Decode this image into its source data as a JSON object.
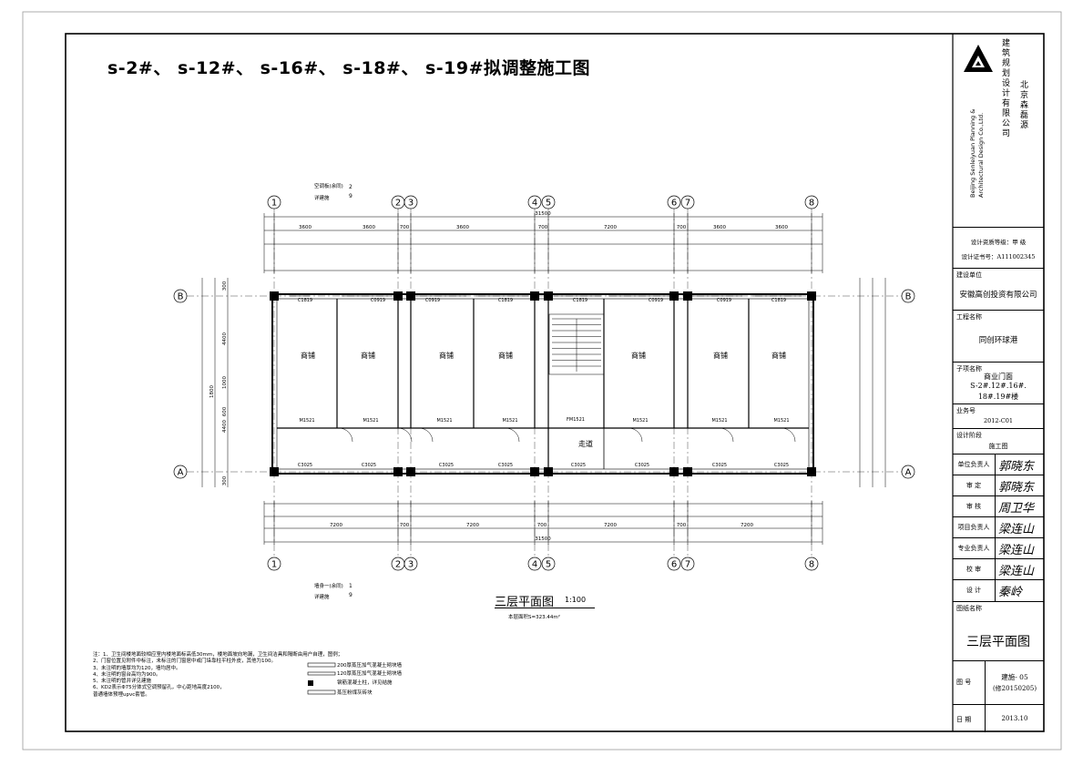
{
  "title": "s-2#、 s-12#、 s-16#、 s-18#、 s-19#拟调整施工图",
  "drawing_title": "三层平面图",
  "drawing_scale": "1:100",
  "floor_area": "本层面积S=323.44m²",
  "grid_labels": [
    "1",
    "2",
    "3",
    "4",
    "5",
    "6",
    "7",
    "8"
  ],
  "row_labels": [
    "B",
    "A"
  ],
  "dims_top_total": "31500",
  "dims_top": [
    "3600",
    "3600",
    "700",
    "3600",
    "700",
    "7200",
    "700",
    "3600",
    "3600"
  ],
  "dims_bottom": [
    "7200",
    "700",
    "7200",
    "700",
    "7200",
    "700",
    "7200"
  ],
  "dims_bottom_total": "31500",
  "rooms": [
    "商铺",
    "商铺",
    "商铺",
    "商铺",
    "商铺",
    "商铺",
    "商铺"
  ],
  "corridor": "走道",
  "door_labels": [
    "M1521",
    "M1521",
    "M1521",
    "M1521",
    "M1521",
    "M1521",
    "M1521",
    "FM1521"
  ],
  "window_labels_top": [
    "C1819",
    "C0919",
    "C0919",
    "C1819",
    "C1819",
    "C0919",
    "C0919",
    "C1819"
  ],
  "window_labels_bottom": [
    "C3025",
    "C3025",
    "C3025",
    "C3025",
    "C3025",
    "C3025",
    "C3025",
    "C3025"
  ],
  "side_dims": [
    "1800",
    "4400",
    "1000",
    "600",
    "4400",
    "300",
    "300"
  ],
  "callout_top": {
    "text1": "空调板(余同)",
    "ref_num": "2",
    "ref_sheet": "9",
    "text2": "详建施"
  },
  "callout_bottom": {
    "text1": "墙身一(余同)",
    "ref_num": "1",
    "ref_sheet": "9",
    "text2": "详建施"
  },
  "notes": [
    "注：1、卫生间楼地面较相应室内楼地面标高低30mm，楼地面坡向地漏，卫生间洁具和隔断由用户自理，图例；",
    "    2、门窗位置见附件中标注，未标注的门窗居中或门垛靠柱平柱外皮，其他为100。",
    "    3、未注明的墙厚均为120，墙均居中。",
    "    4、未注明的窗台高均为900。",
    "    5、未注明的管井详见建施",
    "    6、KD2表示Φ75分体式空调预留孔，中心距地高度2100，",
    "    普通墙体预埋upvc套管。"
  ],
  "legend": [
    "200厚蒸压加气混凝土砌块墙",
    "120厚蒸压加气混凝土砌块墙",
    "钢筋混凝土柱，详见结施",
    "蒸压粉煤灰砖块"
  ],
  "titleblock": {
    "company_cn": "北京森磊源建筑规划设计有限公司",
    "company_en1": "Beijing Senleiyuan Planning &",
    "company_en2": "Architectural Design Co.,Ltd.",
    "qualification": "设计资质等级：甲  级",
    "cert_no": "设计证书号：A111002345",
    "client_label": "建设单位",
    "client": "安徽高创投资有限公司",
    "project_label": "工程名称",
    "project": "同创环球港",
    "subproject_label": "子项名称",
    "subproject_1": "商业门面",
    "subproject_2": "S-2#.12#.16#.",
    "subproject_3": "18#.19#楼",
    "job_label": "业务号",
    "job_no": "2012-C01",
    "stage_label": "设计阶段",
    "stage": "施工图",
    "signatures": [
      {
        "role": "单位负责人",
        "name": "郭晓东"
      },
      {
        "role": "审  定",
        "name": "郭晓东"
      },
      {
        "role": "审  核",
        "name": "周卫华"
      },
      {
        "role": "项目负责人",
        "name": "梁连山"
      },
      {
        "role": "专业负责人",
        "name": "梁连山"
      },
      {
        "role": "校  审",
        "name": "梁连山"
      },
      {
        "role": "设  计",
        "name": "秦岭"
      }
    ],
    "drawing_name_label": "图纸名称",
    "drawing_name": "三层平面图",
    "drawing_no_label": "图  号",
    "drawing_no": "建施- 05",
    "drawing_rev": "(修20150205)",
    "date_label": "日  期",
    "date": "2013.10"
  }
}
